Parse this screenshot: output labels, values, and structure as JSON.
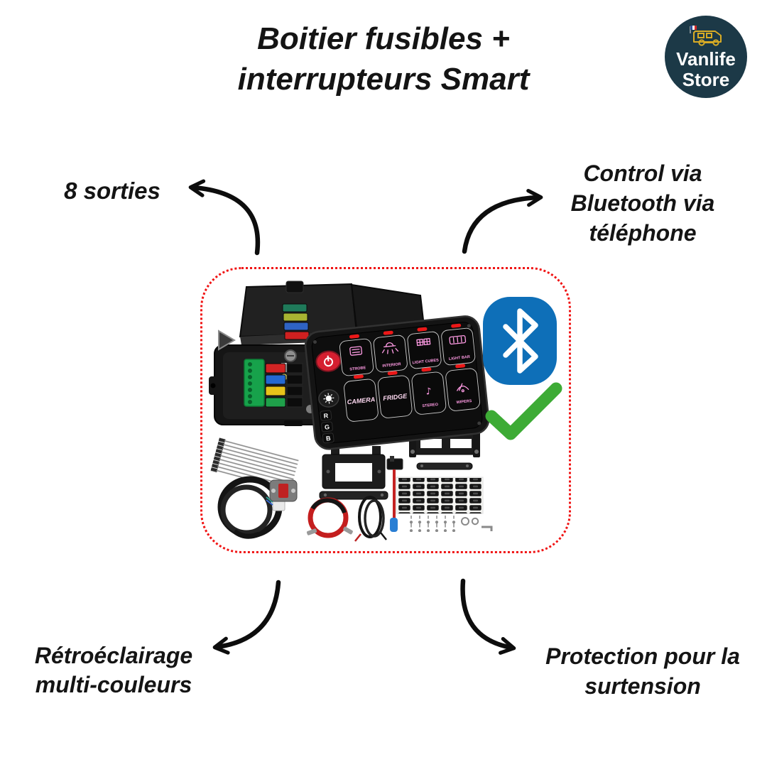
{
  "title": {
    "line1": "Boitier fusibles +",
    "line2": "interrupteurs Smart"
  },
  "logo": {
    "line1": "Vanlife",
    "line2": "Store"
  },
  "callouts": {
    "top_left": {
      "text": "8 sorties"
    },
    "top_right": {
      "line1": "Control via",
      "line2": "Bluetooth via",
      "line3": "téléphone"
    },
    "bottom_left": {
      "line1": "Rétroéclairage",
      "line2": "multi-couleurs"
    },
    "bottom_right": {
      "line1": "Protection pour la",
      "line2": "surtension"
    }
  },
  "product": {
    "panel": {
      "buttons": [
        {
          "label": "STROBE"
        },
        {
          "label": "INTERIOR"
        },
        {
          "label": "LIGHT CUBES"
        },
        {
          "label": "LIGHT BAR"
        },
        {
          "label": "CAMERA"
        },
        {
          "label": "FRIDGE"
        },
        {
          "label": "STEREO"
        },
        {
          "label": "WIPERS"
        }
      ],
      "rgb": [
        "R",
        "G",
        "B"
      ],
      "stereo_glyph": "♪"
    },
    "icons": {
      "bluetooth_icon": "bluetooth-rune",
      "checkmark_icon": "green-check",
      "power_icon": "standby-symbol",
      "brightness_icon": "sun",
      "camper_icon": "motorhome-with-french-flag"
    }
  },
  "colors": {
    "accent_red": "#f01414",
    "bluetooth_blue": "#0e6fb8",
    "check_green": "#3dab35",
    "logo_navy": "#1c3947",
    "arrow_black": "#0d0d0d",
    "panel_pink": "#ff9be4",
    "power_red": "#d51f30",
    "led_red": "#ec1818",
    "camper_yellow": "#d8ab25"
  }
}
